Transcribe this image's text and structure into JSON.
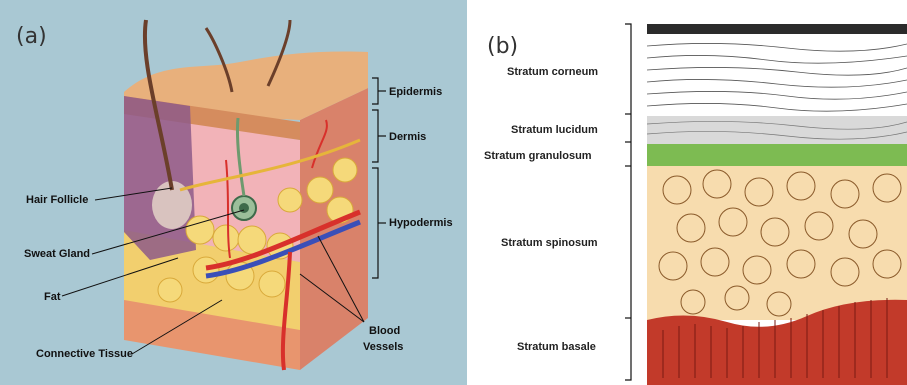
{
  "panel_a": {
    "tag": "(a)",
    "labels": {
      "epidermis": "Epidermis",
      "dermis": "Dermis",
      "hypodermis": "Hypodermis",
      "hair_follicle": "Hair Follicle",
      "sweat_gland": "Sweat Gland",
      "fat": "Fat",
      "connective_tissue": "Connective Tissue",
      "blood": "Blood",
      "vessels": "Vessels"
    }
  },
  "panel_b": {
    "tag": "(b)",
    "labels": {
      "corneum": "Stratum corneum",
      "lucidum": "Stratum lucidum",
      "granulosum": "Stratum granulosum",
      "spinosum": "Stratum spinosum",
      "basale": "Stratum basale"
    }
  },
  "colors": {
    "panel_a_bg": "#a9c8d3",
    "skin_top": "#e8b07c",
    "dermis": "#f2b3b8",
    "fat": "#f2cf6e",
    "artery": "#d8302b",
    "vein": "#3a4fb8",
    "granulosum": "#7dbb52",
    "spinosum": "#f7dcae",
    "basale": "#c23a2a"
  }
}
